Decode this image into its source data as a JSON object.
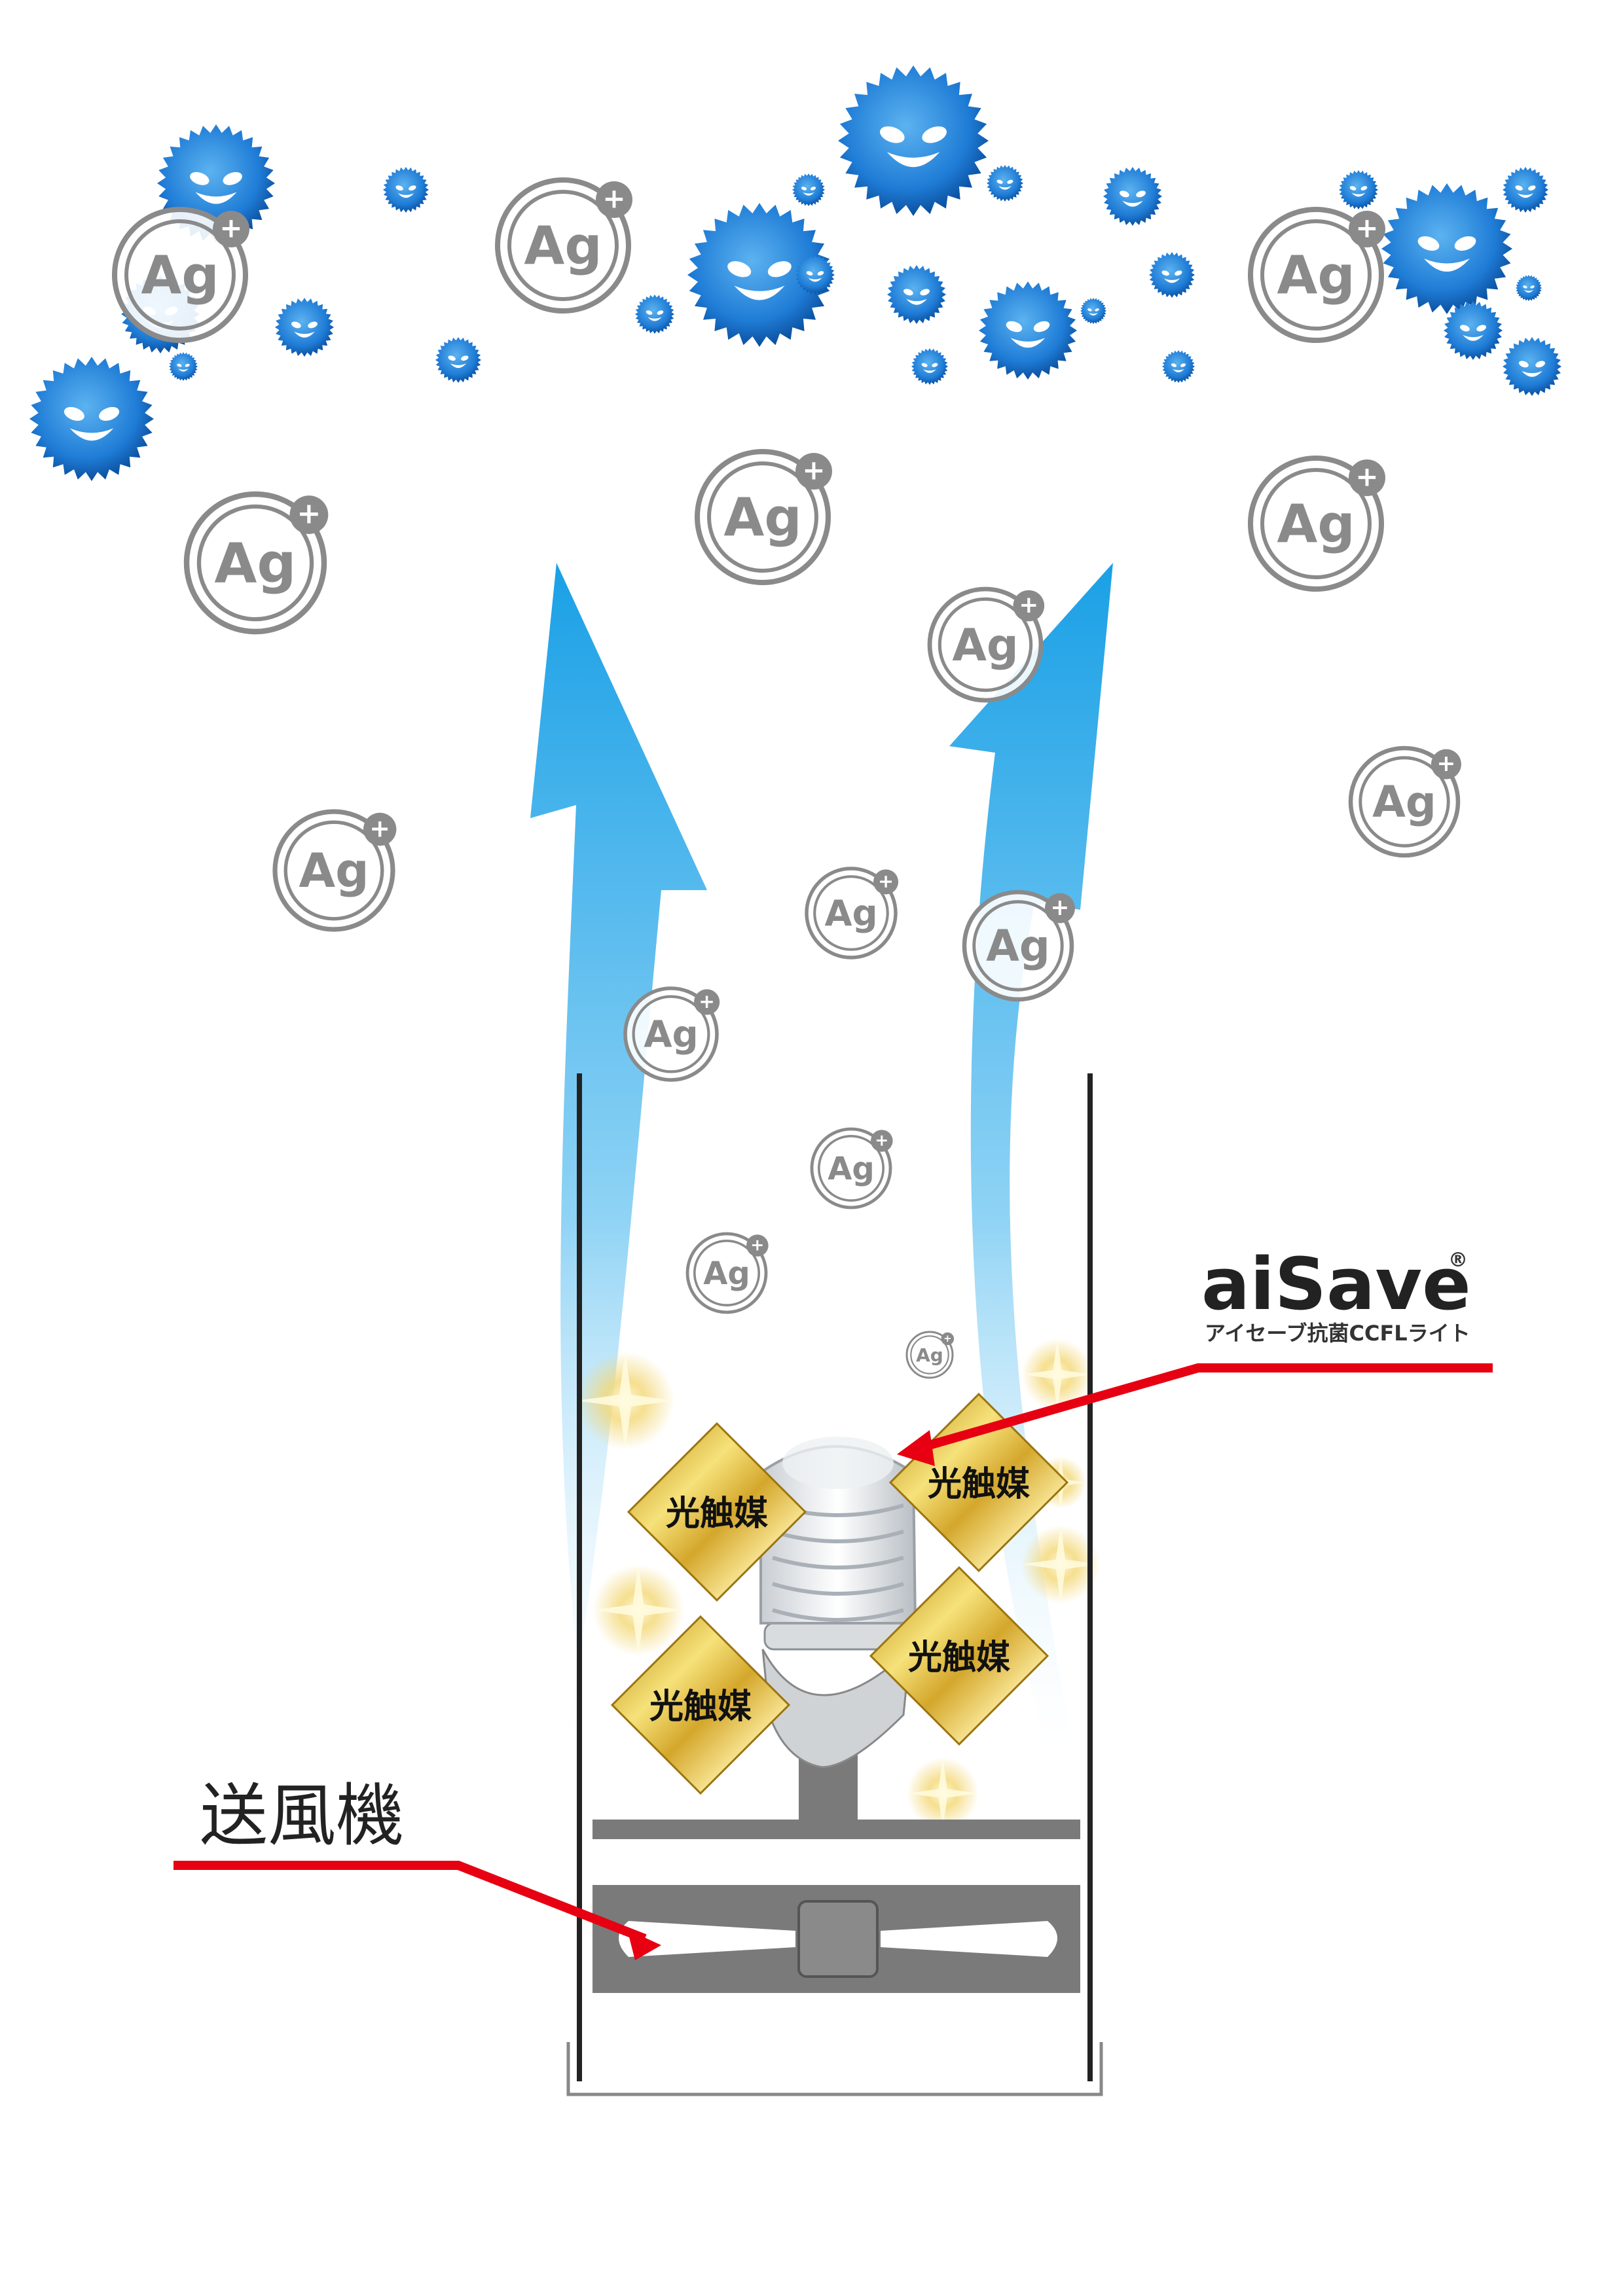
{
  "ion_symbol": "Ag",
  "ion_charge": "+",
  "photocatalyst_label": "光触媒",
  "fan_label": "送風機",
  "brand": {
    "name": "aiSave",
    "registered_mark": "®",
    "subtitle": "アイセーブ抗菌CCFLライト"
  },
  "colors": {
    "airflow": "#1aa0e6",
    "germ": "#1f7cd6",
    "pointer": "#e60012",
    "photocatalyst": "#d4a72c",
    "housing": "#7a7a7a"
  },
  "icons": [
    "germ-icon",
    "silver-ion-icon",
    "airflow-arrow",
    "sparkle-icon",
    "bulb-icon",
    "fan-icon",
    "pointer-arrow"
  ]
}
